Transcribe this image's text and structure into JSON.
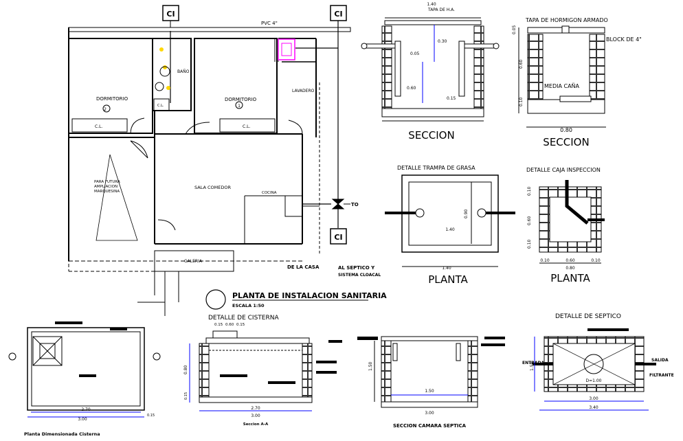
{
  "plan": {
    "ci_top_left": "CI",
    "ci_top_right": "CI",
    "ci_bottom": "CI",
    "pvc_label": "PVC 4\"",
    "dorm_left": "DORMITORIO",
    "dorm_left_num": "2",
    "dorm_right": "DORMITORIO",
    "dorm_right_num": "1",
    "bano": "BAÑO",
    "lavadero": "LAVADERO",
    "cl_left": "C.L.",
    "cl_right": "C.L.",
    "cl_small": "C.L.",
    "future_line1": "PARA FUTURA",
    "future_line2": "AMPLIACION",
    "future_line3": "MARQUESINA",
    "sala": "SALA COMEDOR",
    "cocina": "COCINA",
    "galeria": "GALERIA",
    "de_la_casa": "DE LA CASA",
    "to": "TO",
    "al_septico_1": "AL SEPTICO Y",
    "al_septico_2": "SISTEMA CLOACAL",
    "title": "PLANTA DE INSTALACION SANITARIA",
    "scale": "ESCALA 1:50"
  },
  "seccion_ci": {
    "tapa": "TAPA DE H.A.",
    "dim_top": "1.40",
    "dim_h1": "0.30",
    "dim_h2": "0.60",
    "dim_h3": "0.15",
    "dim_pipe": "0.05",
    "title": "SECCION"
  },
  "seccion_ti": {
    "tapa": "TAPA DE HORMIGON ARMADO",
    "block": "BLOCK DE 4\"",
    "media_cana": "MEDIA CAÑA",
    "dim_top": "0.05",
    "dim_mid": "0.60",
    "dim_bot": "0.10",
    "dim_width": "0.80",
    "title": "SECCION"
  },
  "trampa": {
    "title": "DETALLE TRAMPA DE GRASA",
    "dim_w": "1.40",
    "dim_h": "0.90",
    "dim_total": "1.40",
    "subtitle": "PLANTA"
  },
  "caja": {
    "title": "DETALLE CAJA INSPECCION",
    "dim_h1": "0.10",
    "dim_h2": "0.60",
    "dim_h3": "0.10",
    "dim_w1": "0.10",
    "dim_w2": "0.60",
    "dim_w3": "0.10",
    "dim_total": "0.80",
    "subtitle": "PLANTA"
  },
  "cisterna_plan": {
    "dim_inner": "2.70",
    "dim_total": "3.00",
    "dim_side": "0.15",
    "caption": "Planta Dimensionada Cisterna"
  },
  "cisterna": {
    "title": "DETALLE  DE CISTERNA",
    "dim_a": "0.15",
    "dim_b": "0.60",
    "dim_c": "0.15",
    "dim_h": "0.80",
    "dim_bottom": "0.15",
    "dim_w": "2.70",
    "dim_total": "3.00",
    "caption": "Seccion A-A"
  },
  "camara": {
    "dim_h": "1.50",
    "dim_inner": "1.50",
    "dim_w": "3.00",
    "caption": "SECCION CAMARA SEPTICA"
  },
  "septico": {
    "title": "DETALLE DE SEPTICO",
    "entrada": "ENTRADA",
    "salida": "SALIDA",
    "filtrante": "FILTRANTE",
    "dim_inner": "3.00",
    "dim_total": "3.40",
    "dim_h": "1.50",
    "dim_dia": "D=1.00"
  },
  "colors": {
    "line": "#000000",
    "dimension": "#0000ff",
    "magenta": "#ff00ff",
    "yellow": "#ffd700",
    "white": "#ffffff"
  }
}
